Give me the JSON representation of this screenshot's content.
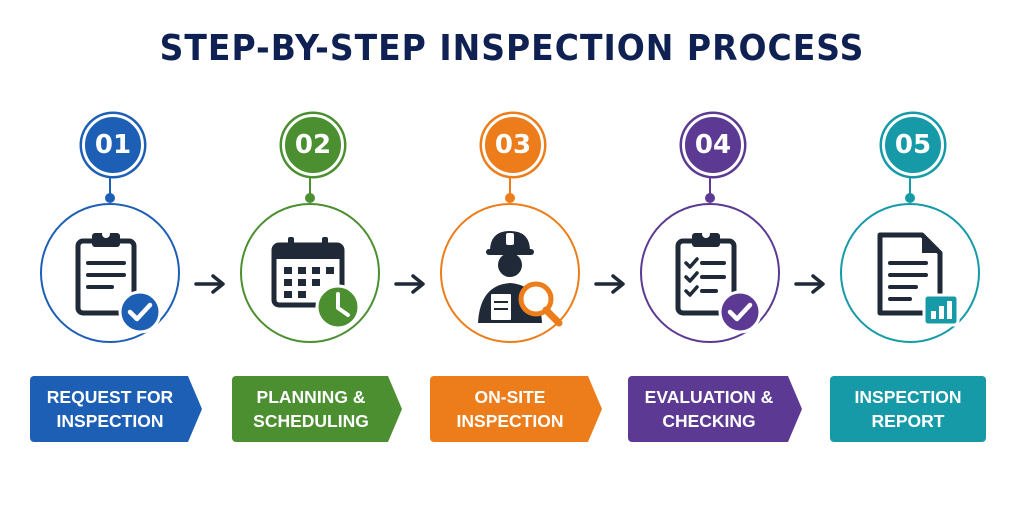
{
  "title": "STEP-BY-STEP INSPECTION PROCESS",
  "colors": {
    "navy": "#0f2152",
    "icon_dark": "#1f2937",
    "blue": "#1e5fb6",
    "green": "#4b8f31",
    "orange": "#ec7d1a",
    "purple": "#5c3a93",
    "teal": "#169aa8"
  },
  "steps": [
    {
      "number": "01",
      "label_line1": "REQUEST FOR",
      "label_line2": "INSPECTION",
      "icon": "clipboard-check-icon",
      "color": "#1e5fb6"
    },
    {
      "number": "02",
      "label_line1": "PLANNING &",
      "label_line2": "SCHEDULING",
      "icon": "calendar-clock-icon",
      "color": "#4b8f31"
    },
    {
      "number": "03",
      "label_line1": "ON-SITE",
      "label_line2": "INSPECTION",
      "icon": "inspector-magnifier-icon",
      "color": "#ec7d1a"
    },
    {
      "number": "04",
      "label_line1": "EVALUATION &",
      "label_line2": "CHECKING",
      "icon": "checklist-clipboard-icon",
      "color": "#5c3a93"
    },
    {
      "number": "05",
      "label_line1": "INSPECTION",
      "label_line2": "REPORT",
      "icon": "report-chart-icon",
      "color": "#169aa8"
    }
  ]
}
